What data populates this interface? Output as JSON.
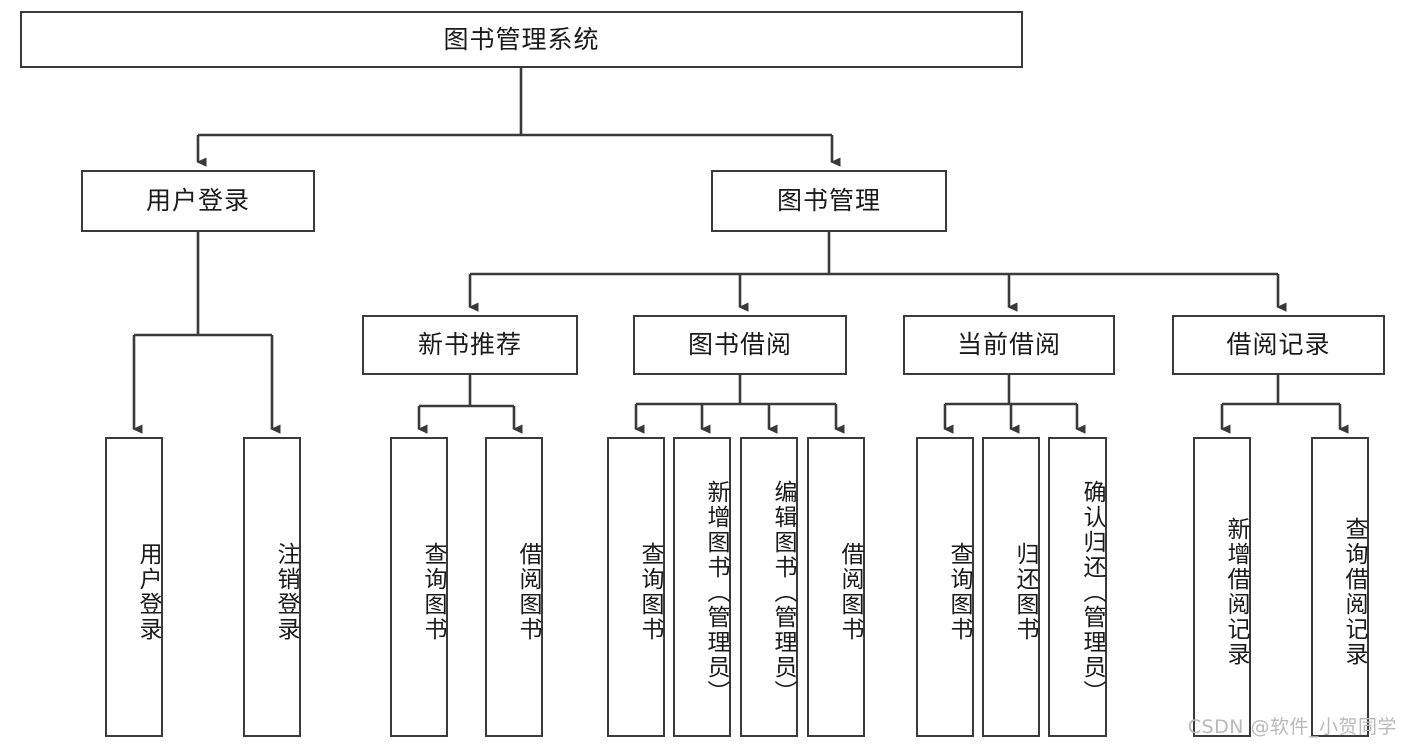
{
  "diagram": {
    "title": "图书管理系统",
    "type": "tree-hierarchy",
    "watermark": "CSDN @软件_小贺同学",
    "root": {
      "id": "root",
      "label": "图书管理系统"
    },
    "level1": [
      {
        "id": "user-login",
        "label": "用户登录"
      },
      {
        "id": "book-manage",
        "label": "图书管理"
      }
    ],
    "level2": [
      {
        "id": "new-book-recommend",
        "label": "新书推荐",
        "parent": "book-manage"
      },
      {
        "id": "book-borrow",
        "label": "图书借阅",
        "parent": "book-manage"
      },
      {
        "id": "current-borrow",
        "label": "当前借阅",
        "parent": "book-manage"
      },
      {
        "id": "borrow-record",
        "label": "借阅记录",
        "parent": "book-manage"
      }
    ],
    "leaves": [
      {
        "id": "leaf-user-login",
        "label": "用户登录",
        "parent": "user-login"
      },
      {
        "id": "leaf-logout-login",
        "label": "注销登录",
        "parent": "user-login"
      },
      {
        "id": "leaf-query-book-1",
        "label": "查询图书",
        "parent": "new-book-recommend"
      },
      {
        "id": "leaf-borrow-book-1",
        "label": "借阅图书",
        "parent": "new-book-recommend"
      },
      {
        "id": "leaf-query-book-2",
        "label": "查询图书",
        "parent": "book-borrow"
      },
      {
        "id": "leaf-add-book",
        "label": "新增图书（管理员）",
        "parent": "book-borrow"
      },
      {
        "id": "leaf-edit-book",
        "label": "编辑图书（管理员）",
        "parent": "book-borrow"
      },
      {
        "id": "leaf-borrow-book-2",
        "label": "借阅图书",
        "parent": "book-borrow"
      },
      {
        "id": "leaf-query-book-3",
        "label": "查询图书",
        "parent": "current-borrow"
      },
      {
        "id": "leaf-return-book",
        "label": "归还图书",
        "parent": "current-borrow"
      },
      {
        "id": "leaf-confirm-return",
        "label": "确认归还（管理员）",
        "parent": "current-borrow"
      },
      {
        "id": "leaf-add-record",
        "label": "新增借阅记录",
        "parent": "borrow-record"
      },
      {
        "id": "leaf-query-record",
        "label": "查询借阅记录",
        "parent": "borrow-record"
      }
    ],
    "colors": {
      "stroke": "#3a3a3a",
      "fill": "#ffffff",
      "text": "#1a1a1a",
      "watermark": "#b9b9b9"
    }
  }
}
